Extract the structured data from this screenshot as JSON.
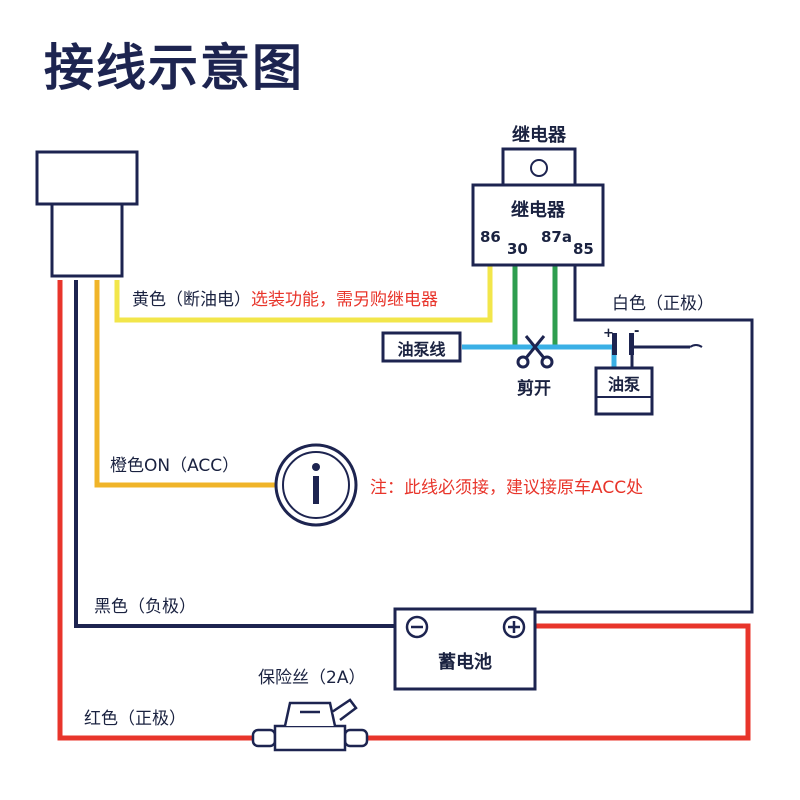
{
  "title": "接线示意图",
  "relay_top_label": "继电器",
  "relay_body_label": "继电器",
  "relay_pins": [
    "86",
    "30",
    "87a",
    "85"
  ],
  "yellow_label": "黄色（断油电）",
  "yellow_note": "选装功能，需另购继电器",
  "white_label": "白色（正极）",
  "fuel_line_label": "油泵线",
  "cut_label": "剪开",
  "fuel_pump_label": "油泵",
  "orange_label": "橙色ON（ACC）",
  "orange_note": "注：此线必须接，建议接原车ACC处",
  "black_label": "黑色（负极）",
  "battery_label": "蓄电池",
  "fuse_label": "保险丝（2A）",
  "red_label": "红色（正极）",
  "pump_polarity": [
    "+",
    "-"
  ],
  "colors": {
    "navy": "#1d2450",
    "yellow": "#f2e64a",
    "orange": "#f0b429",
    "red": "#e8352b",
    "green": "#2e9e4f",
    "blue": "#3ab0e6",
    "note_red": "#e8352b"
  }
}
